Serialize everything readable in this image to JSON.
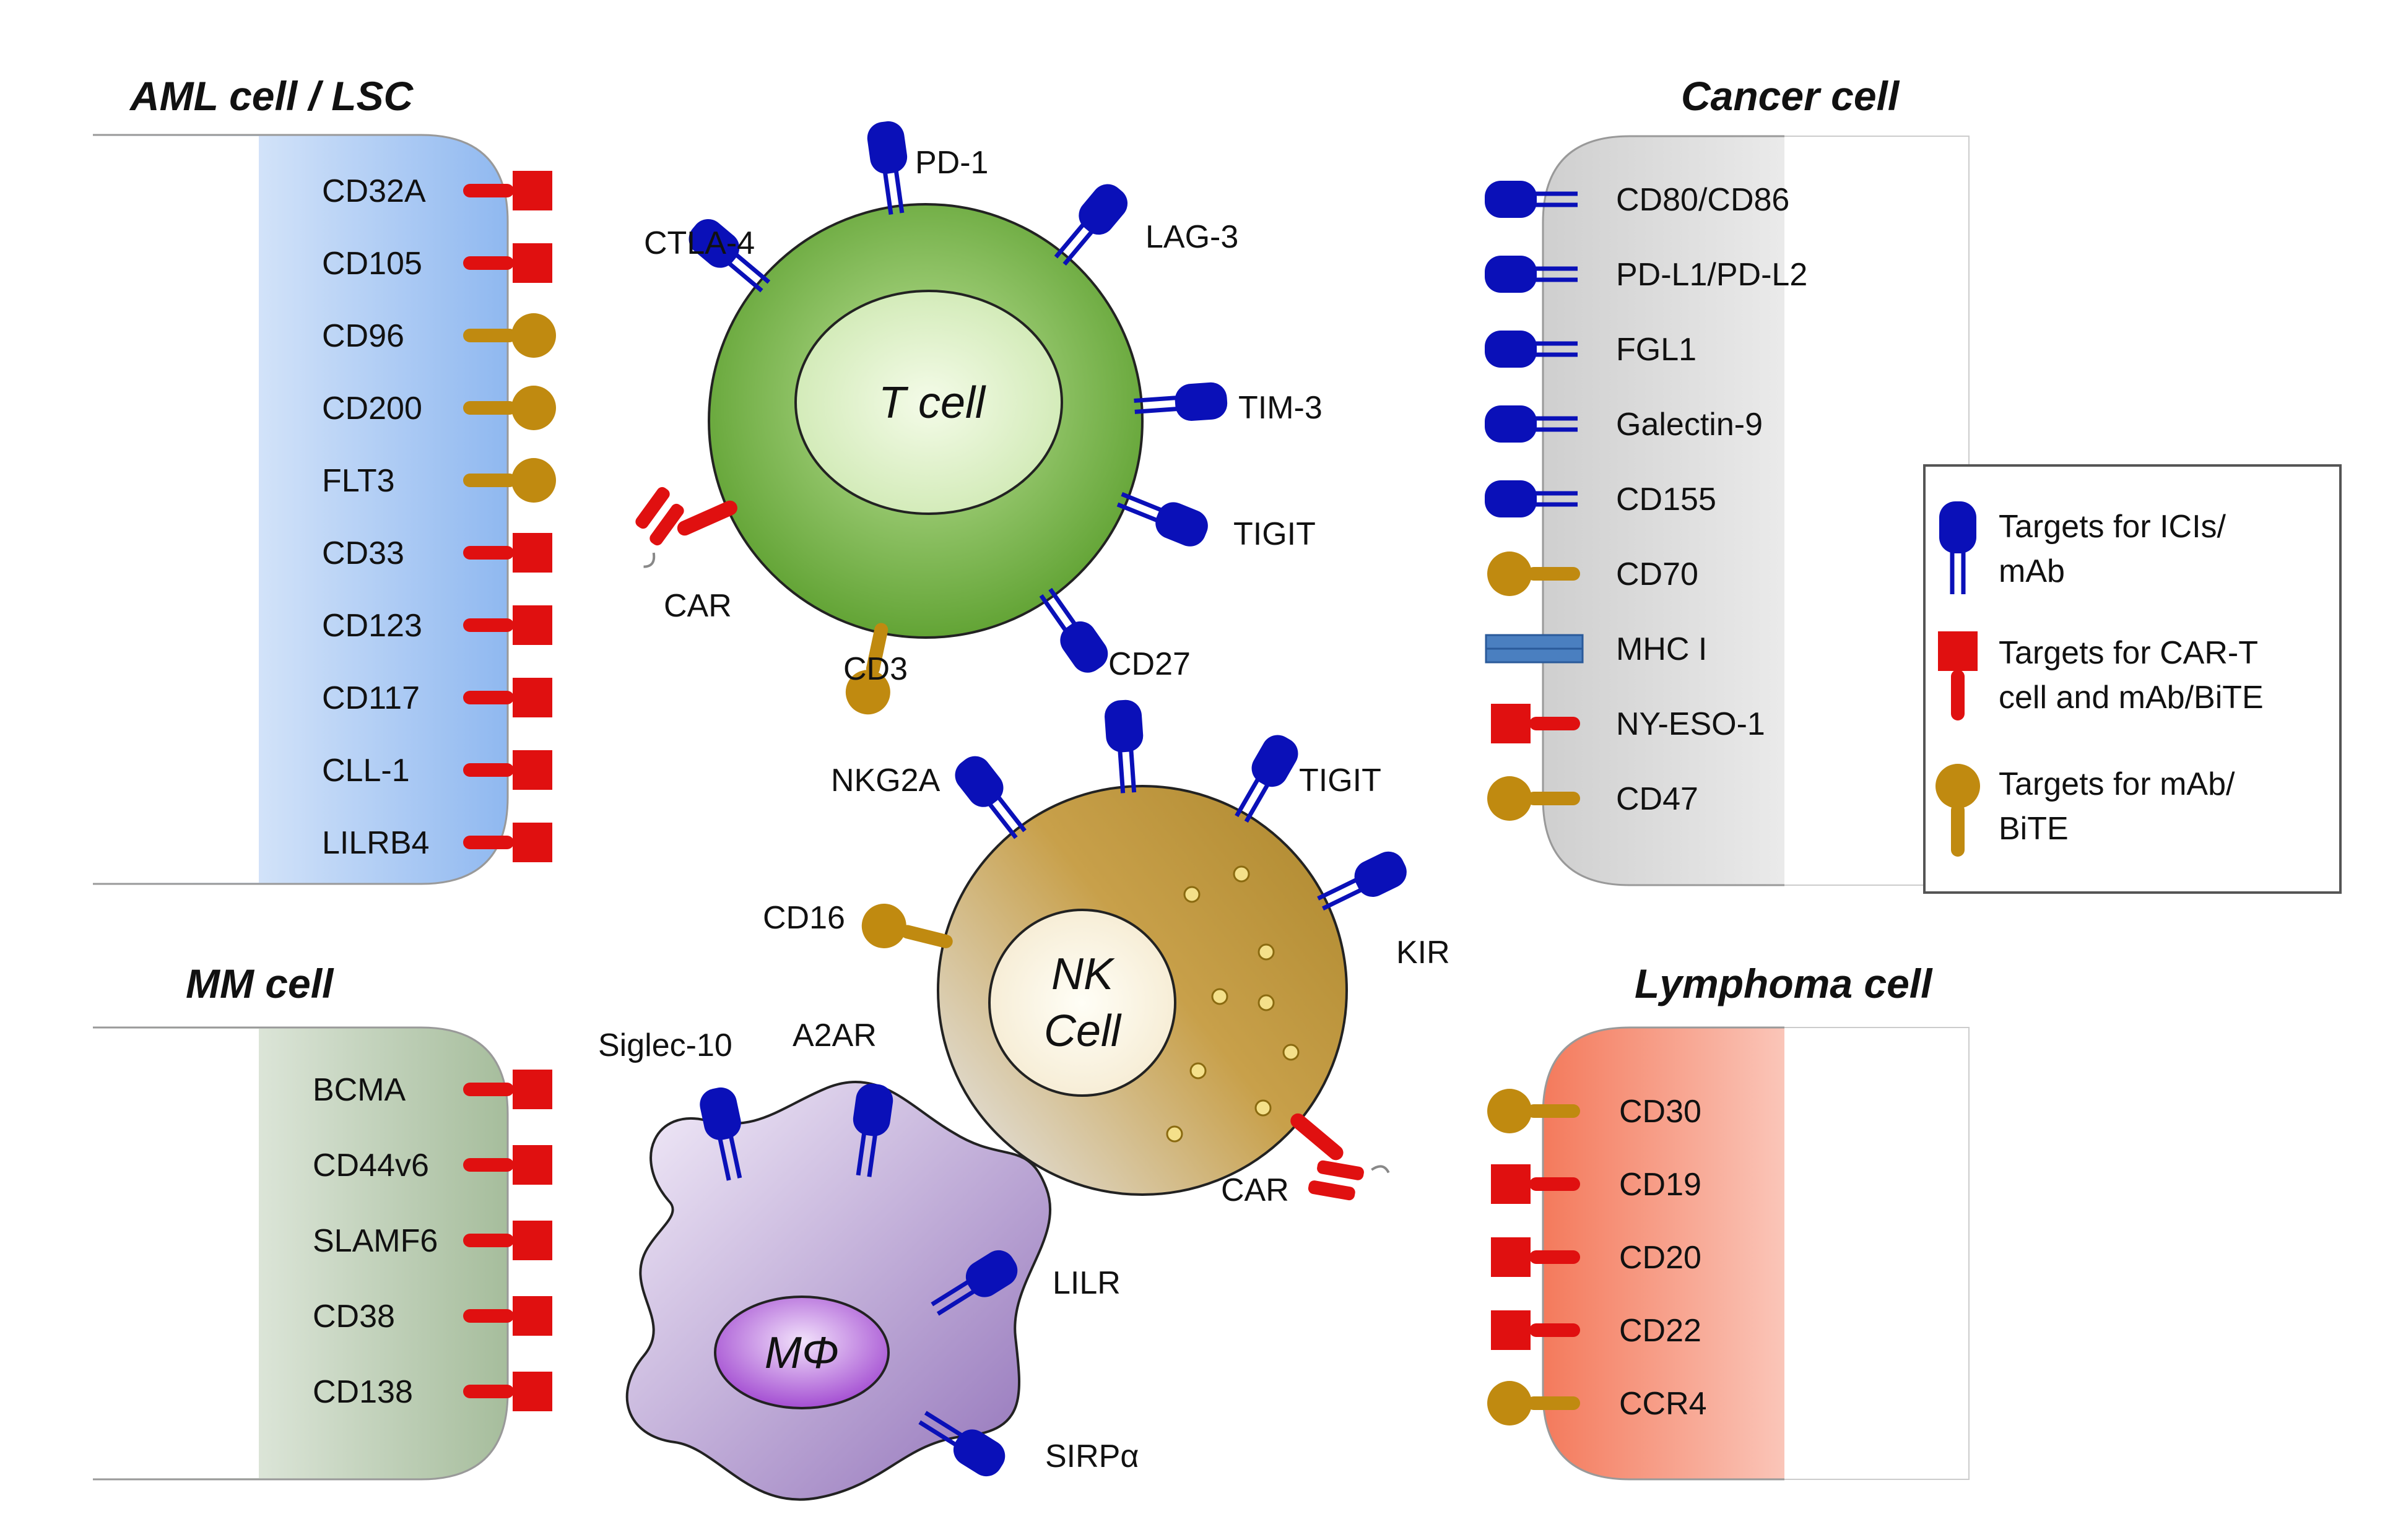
{
  "colors": {
    "ici_blue": "#0a10b8",
    "car_red": "#e01010",
    "mab_gold": "#c08a10",
    "mhc_blue": "#4a7fc0"
  },
  "panels": {
    "aml": {
      "title": "AML cell / LSC",
      "markers": [
        "CD32A",
        "CD105",
        "CD96",
        "CD200",
        "FLT3",
        "CD33",
        "CD123",
        "CD117",
        "CLL-1",
        "LILRB4"
      ],
      "marker_types": [
        "car",
        "car",
        "mab",
        "mab",
        "mab",
        "car",
        "car",
        "car",
        "car",
        "car"
      ]
    },
    "cancer": {
      "title": "Cancer cell",
      "markers": [
        "CD80/CD86",
        "PD-L1/PD-L2",
        "FGL1",
        "Galectin-9",
        "CD155",
        "CD70",
        "MHC I",
        "NY-ESO-1",
        "CD47"
      ],
      "marker_types": [
        "ici",
        "ici",
        "ici",
        "ici",
        "ici",
        "mab",
        "mhc",
        "car",
        "mab"
      ]
    },
    "mm": {
      "title": "MM cell",
      "markers": [
        "BCMA",
        "CD44v6",
        "SLAMF6",
        "CD38",
        "CD138"
      ],
      "marker_types": [
        "car",
        "car",
        "car",
        "car",
        "car"
      ]
    },
    "lymphoma": {
      "title": "Lymphoma cell",
      "markers": [
        "CD30",
        "CD19",
        "CD20",
        "CD22",
        "CCR4"
      ],
      "marker_types": [
        "mab",
        "car",
        "car",
        "car",
        "mab"
      ]
    }
  },
  "tcell": {
    "name": "T cell",
    "receptors": [
      "PD-1",
      "LAG-3",
      "CTLA-4",
      "TIM-3",
      "TIGIT",
      "CD27",
      "CD3",
      "CAR"
    ]
  },
  "nkcell": {
    "name_line1": "NK",
    "name_line2": "Cell",
    "receptors": [
      "NKG2A",
      "TIGIT",
      "KIR",
      "CD16",
      "CAR"
    ]
  },
  "macrophage": {
    "name": "MΦ",
    "receptors": [
      "Siglec-10",
      "A2AR",
      "LILR",
      "SIRPα"
    ]
  },
  "legend": {
    "items": [
      {
        "line1": "Targets for ICIs/",
        "line2": "mAb"
      },
      {
        "line1": "Targets for CAR-T",
        "line2": "cell and mAb/BiTE"
      },
      {
        "line1": "Targets for mAb/",
        "line2": "BiTE"
      }
    ]
  }
}
